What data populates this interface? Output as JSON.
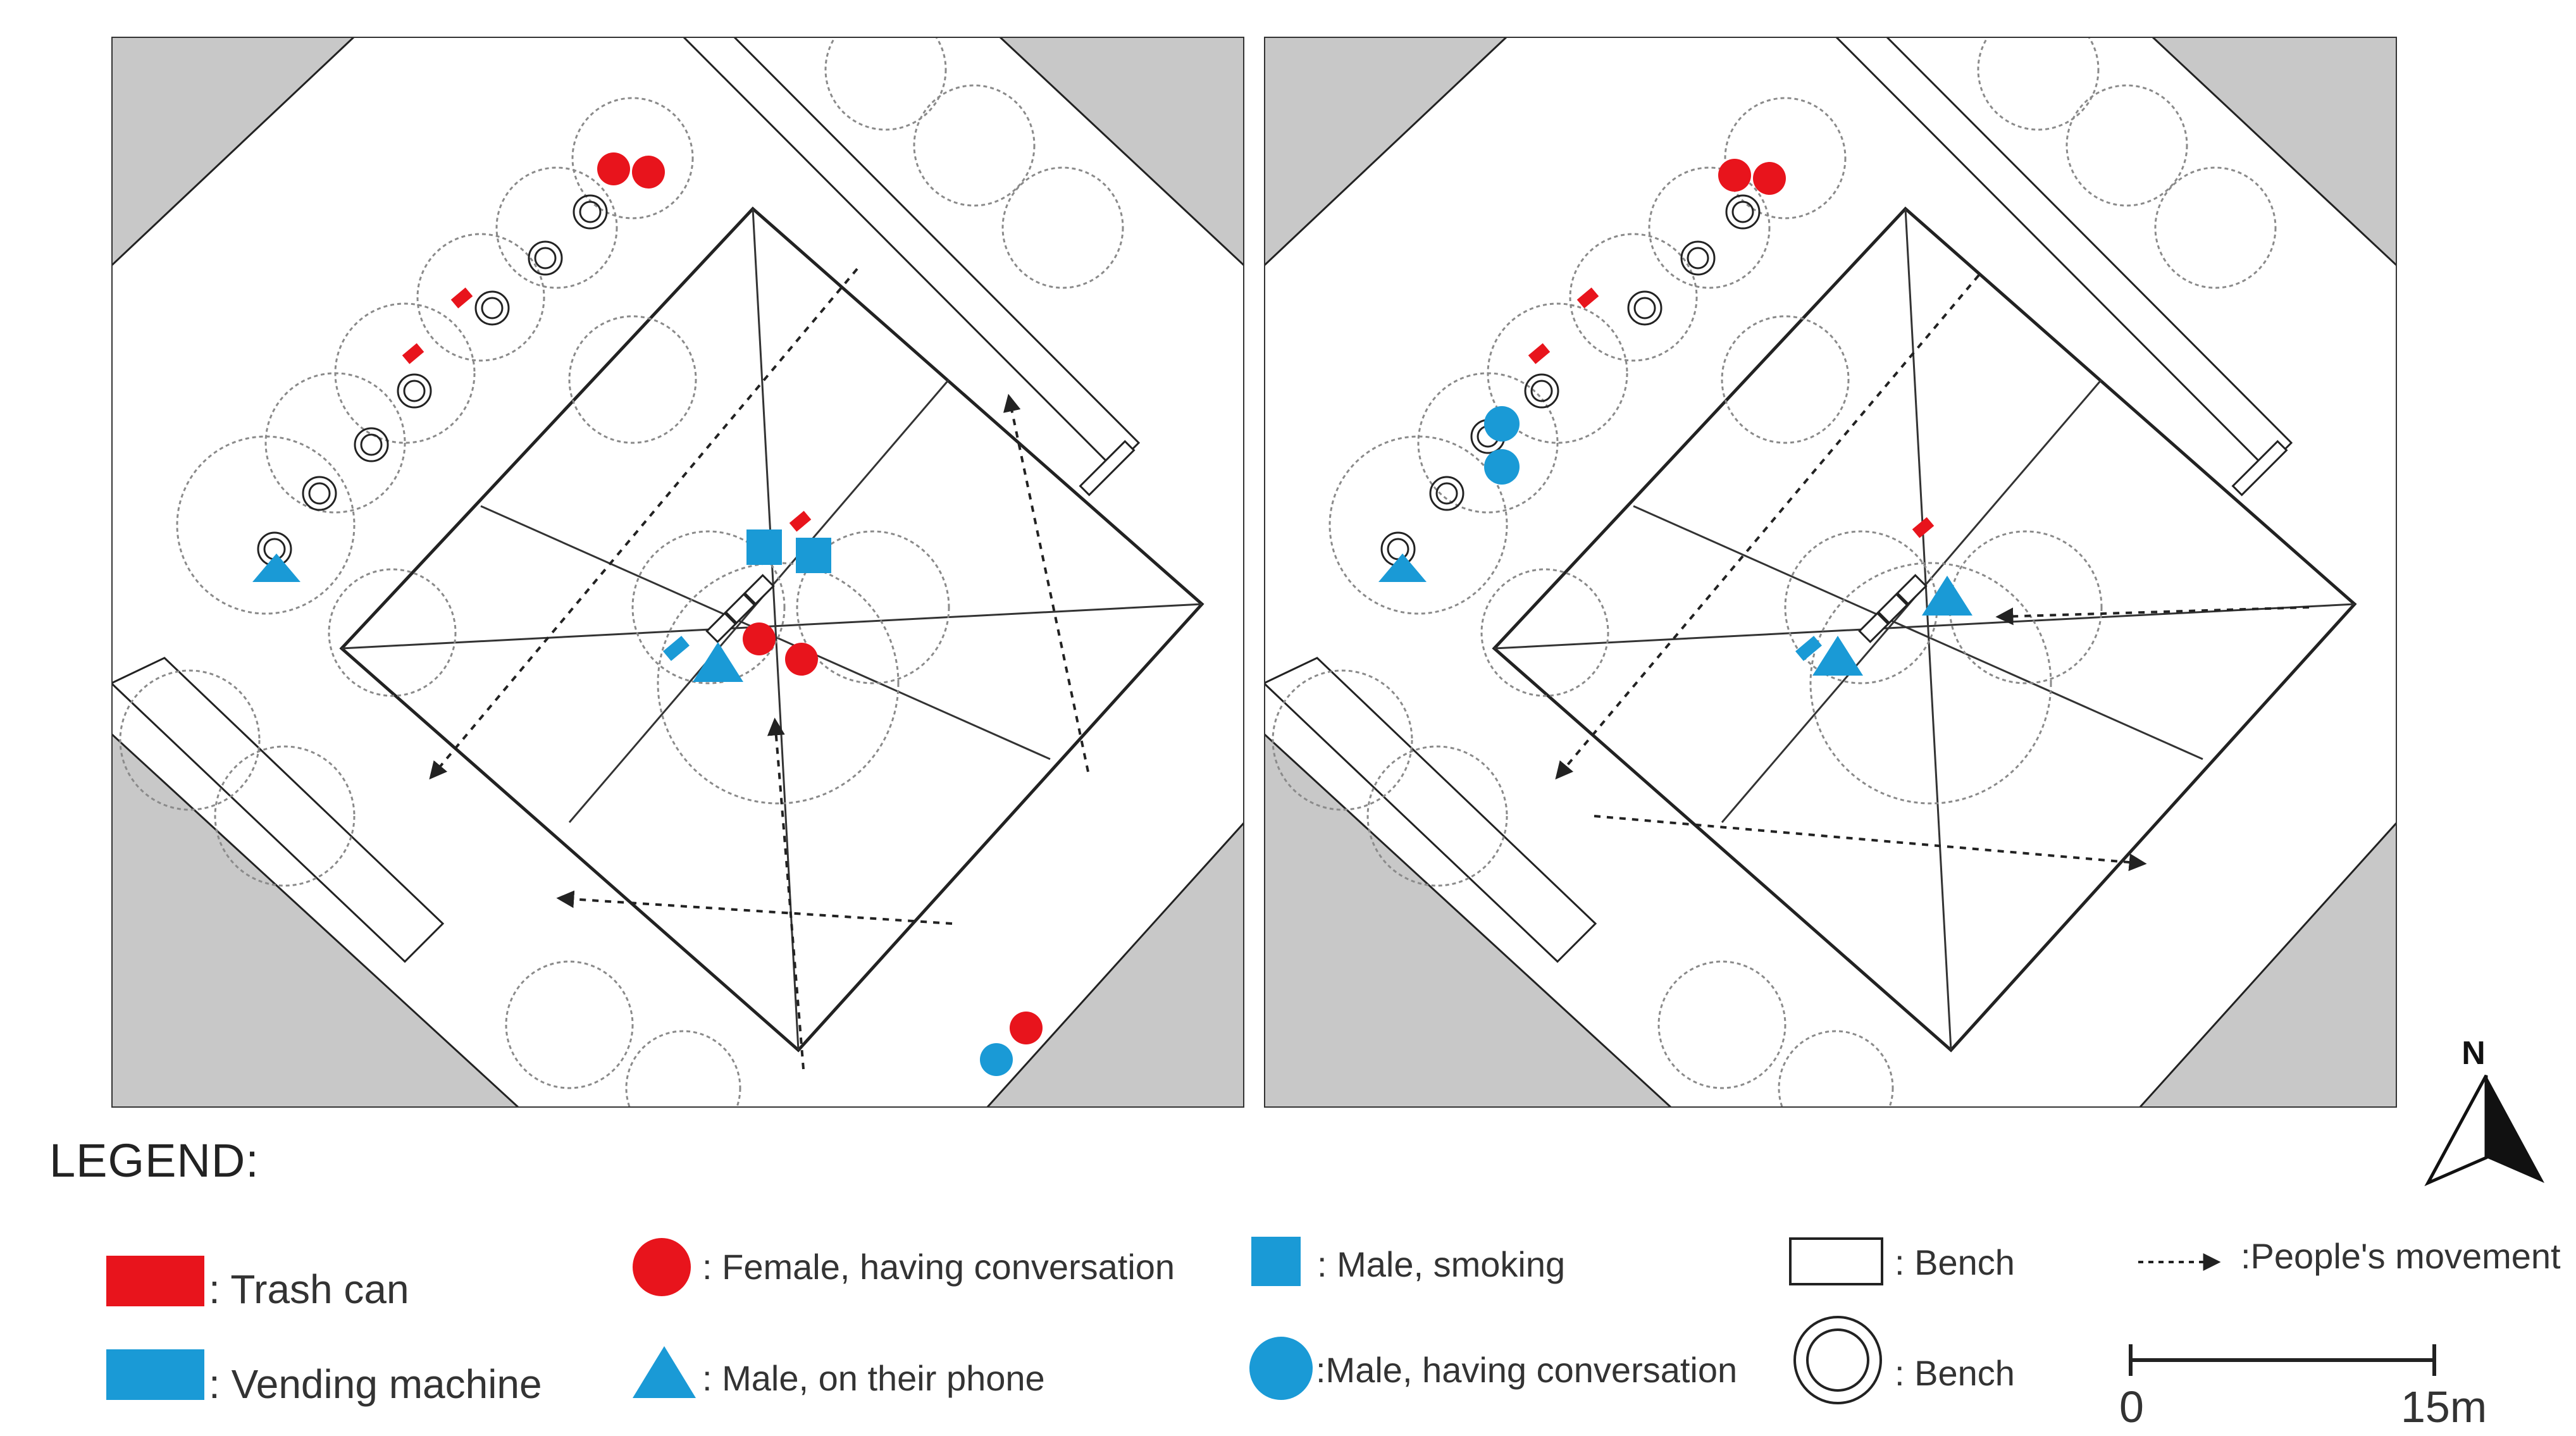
{
  "legend": {
    "title": "LEGEND:",
    "items": {
      "trash_can": ": Trash can",
      "vending_machine": ": Vending machine",
      "female_conversation": ": Female, having conversation",
      "male_phone": ": Male, on their phone",
      "male_smoking": ": Male, smoking",
      "male_conversation": ":Male, having conversation",
      "bench_rect": ": Bench",
      "bench_round": ": Bench",
      "movement": ":People's movement"
    }
  },
  "scale_bar": {
    "start": "0",
    "end": "15m"
  },
  "north_arrow": {
    "label": "N"
  },
  "colors": {
    "red": "#e8141c",
    "blue": "#1a9ad6",
    "building": "#c8c8c8",
    "line": "#222222",
    "tree": "#8a8a8a"
  },
  "icons": {
    "trash_can": "red-rectangle",
    "vending_machine": "blue-rectangle",
    "female_conversation": "red-circle",
    "male_phone": "blue-triangle",
    "male_smoking": "blue-square",
    "male_conversation": "blue-circle",
    "bench_rect": "white-rectangle",
    "bench_round": "double-circle",
    "movement": "dotted-arrow"
  }
}
